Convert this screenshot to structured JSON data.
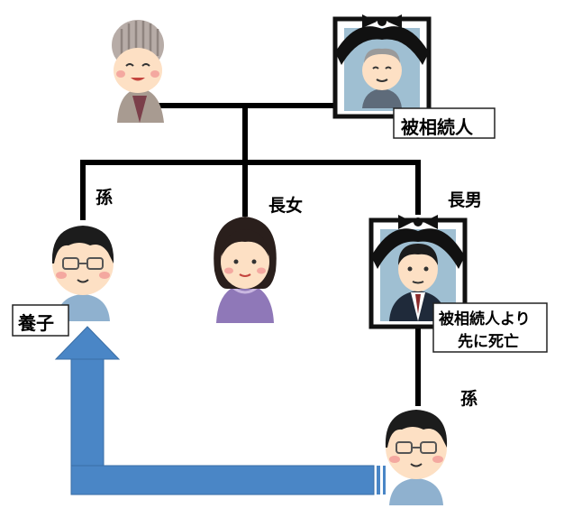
{
  "people": {
    "grandmother": {},
    "deceased": {
      "label": "被相続人"
    },
    "grandson_adopted": {
      "relation": "孫",
      "status": "養子"
    },
    "eldest_daughter": {
      "relation": "長女"
    },
    "eldest_son": {
      "relation": "長男",
      "note_line1": "被相続人より",
      "note_line2": "先に死亡"
    },
    "grandson_of_son": {
      "relation": "孫"
    }
  },
  "colors": {
    "line": "#000000",
    "arrow": "#4a86c6",
    "arrow_edge": "#3a6ea5",
    "skin": "#fde0c4",
    "hair_dark": "#1c1c1c",
    "frame": "#111111"
  }
}
